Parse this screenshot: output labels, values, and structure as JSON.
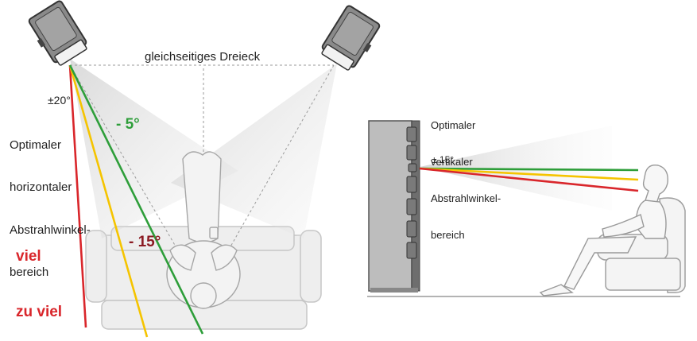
{
  "texts": {
    "triangle": "gleichseitiges Dreieck",
    "tol_h": "±20°",
    "horiz_l1": "Optimaler",
    "horiz_l2": "horizontaler",
    "horiz_l3": "Abstrahlwinkel-",
    "horiz_l4": "bereich",
    "angle_green": "- 5°",
    "angle_red": "- 15°",
    "warn_l1": "viel",
    "warn_l2": "zu viel",
    "vert_l1": "Optimaler",
    "vert_l2": "vertikaler",
    "vert_l3": "Abstrahlwinkel-",
    "vert_l4": "bereich",
    "tol_v": "± 15°"
  },
  "colors": {
    "red": "#d9262b",
    "yellow": "#f5c400",
    "green": "#2e9e3a",
    "dark_red": "#8b1a22",
    "cone": "#d9d9d9",
    "outline": "#8a8a8a"
  }
}
